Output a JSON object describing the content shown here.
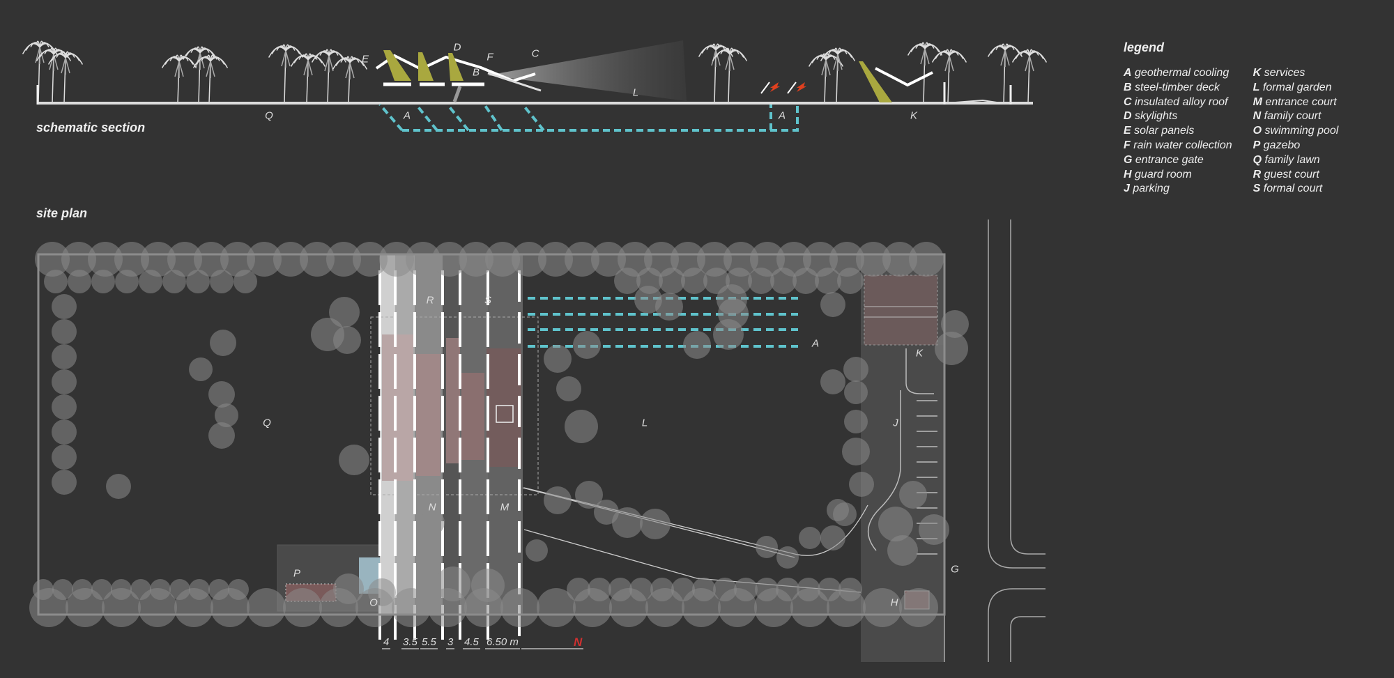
{
  "titles": {
    "section": "schematic section",
    "site_plan": "site plan",
    "legend": "legend"
  },
  "legend": [
    {
      "k": "A",
      "v": "geothermal cooling"
    },
    {
      "k": "B",
      "v": "steel-timber deck"
    },
    {
      "k": "C",
      "v": "insulated alloy roof"
    },
    {
      "k": "D",
      "v": "skylights"
    },
    {
      "k": "E",
      "v": "solar panels"
    },
    {
      "k": "F",
      "v": "rain water collection"
    },
    {
      "k": "G",
      "v": "entrance gate"
    },
    {
      "k": "H",
      "v": "guard room"
    },
    {
      "k": "J",
      "v": "parking"
    },
    {
      "k": "K",
      "v": "services"
    },
    {
      "k": "L",
      "v": "formal garden"
    },
    {
      "k": "M",
      "v": "entrance court"
    },
    {
      "k": "N",
      "v": "family court"
    },
    {
      "k": "O",
      "v": "swimming pool"
    },
    {
      "k": "P",
      "v": "gazebo"
    },
    {
      "k": "Q",
      "v": "family lawn"
    },
    {
      "k": "R",
      "v": "guest court"
    },
    {
      "k": "S",
      "v": "formal court"
    }
  ],
  "section_labels": {
    "E": "E",
    "D": "D",
    "F": "F",
    "C": "C",
    "B": "B",
    "L": "L",
    "Q": "Q",
    "A1": "A",
    "A2": "A",
    "K": "K"
  },
  "plan_labels": {
    "R": "R",
    "S": "S",
    "A": "A",
    "K": "K",
    "Q": "Q",
    "L": "L",
    "J": "J",
    "N": "N",
    "M": "M",
    "P": "P",
    "O": "O",
    "G": "G",
    "H": "H"
  },
  "scale": [
    "4",
    "3.5",
    "5.5",
    "3",
    "4.5",
    "6.50 m"
  ],
  "north": "N",
  "colors": {
    "bg": "#333333",
    "cyan": "#5fc3cc",
    "solar": "#a9a83f",
    "flame": "#e0401f",
    "north": "#d03030"
  }
}
